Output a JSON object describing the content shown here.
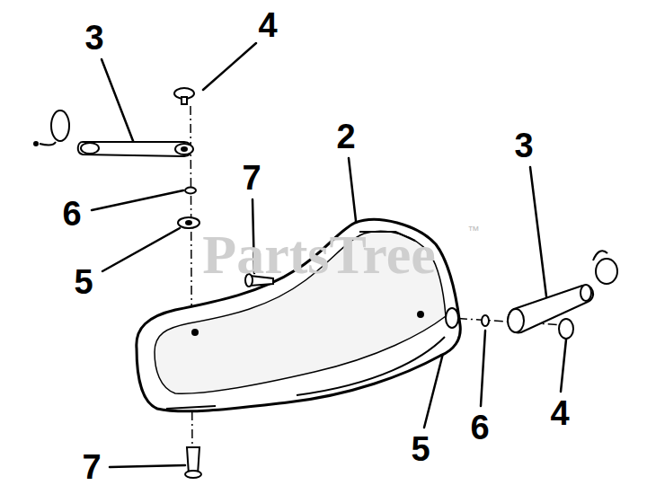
{
  "diagram": {
    "labels": [
      "3",
      "4",
      "2",
      "7",
      "6",
      "5",
      "3",
      "6",
      "5",
      "4",
      "7",
      "PartsTree",
      "™"
    ]
  }
}
